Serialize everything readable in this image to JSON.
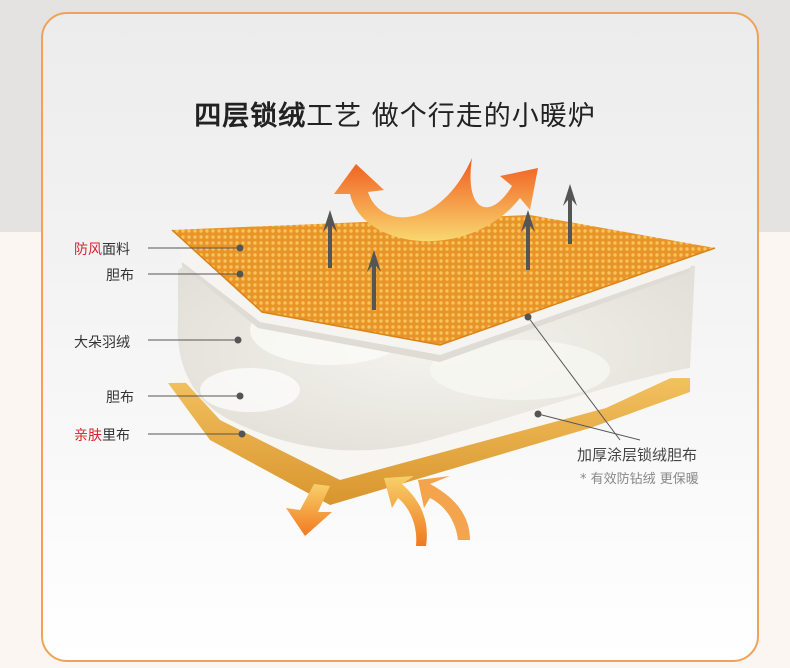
{
  "title": {
    "bold": "四层锁绒",
    "rest": "工艺  做个行走的小暖炉"
  },
  "layers": {
    "outer": {
      "red": "防风",
      "rest": "面料"
    },
    "inner_top": {
      "text": "胆布"
    },
    "down": {
      "text": "大朵羽绒"
    },
    "inner_bottom": {
      "text": "胆布"
    },
    "lining": {
      "red": "亲肤",
      "rest": "里布"
    }
  },
  "note": {
    "main": "加厚涂层锁绒胆布",
    "sub": "* 有效防钻绒 更保暖"
  },
  "colors": {
    "accent_orange": "#f0a25a",
    "highlight_red": "#d9232a",
    "mesh_orange": "#f0a23a",
    "lining_gold": "#e8b14e"
  }
}
